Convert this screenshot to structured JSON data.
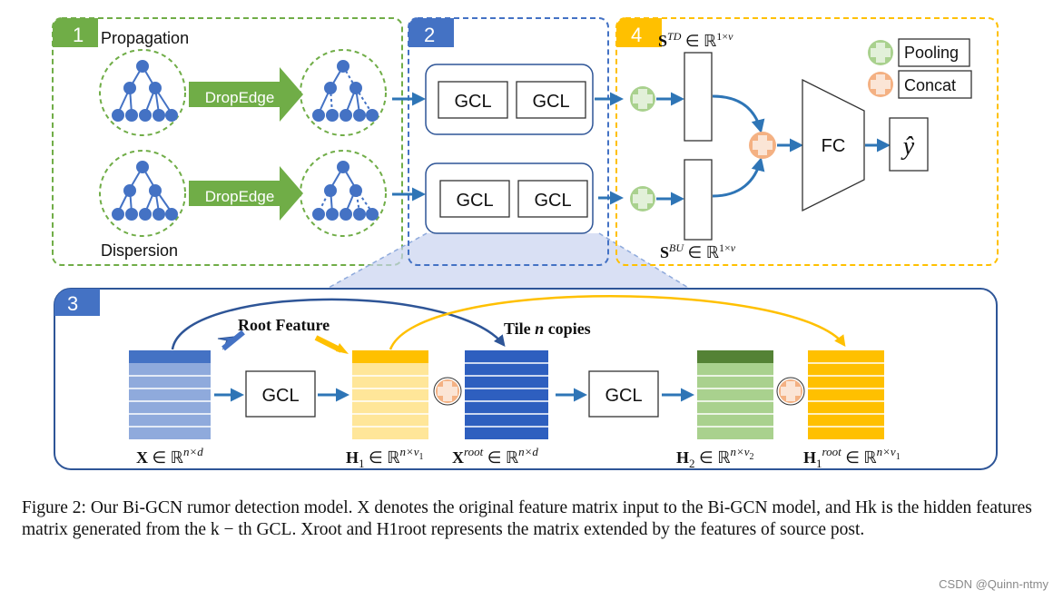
{
  "panels": {
    "p1": {
      "number": "1",
      "top_label": "Propagation",
      "bottom_label": "Dispersion",
      "arrow_label": "DropEdge"
    },
    "p2": {
      "number": "2",
      "gcl": "GCL"
    },
    "p3": {
      "number": "3",
      "root_feature": "Root Feature",
      "tile_prefix": "Tile ",
      "tile_n": "n",
      "tile_suffix": " copies"
    },
    "p4": {
      "number": "4",
      "fc": "FC",
      "legend_pooling": "Pooling",
      "legend_concat": "Concat"
    }
  },
  "colors": {
    "green": "#70ad47",
    "green_dark": "#548235",
    "blue": "#4472c4",
    "blue_dark": "#2e5597",
    "orange": "#f4b183",
    "yellow": "#ffc000",
    "green_light": "#a9d18e"
  },
  "caption": {
    "text": "Figure 2: Our Bi-GCN rumor detection model. X denotes the original feature matrix input to the Bi-GCN model, and Hk is the hidden features matrix generated from the k − th GCL. Xroot and H1root represents the matrix extended by the features of source post."
  },
  "watermark": "CSDN @Quinn-ntmy"
}
